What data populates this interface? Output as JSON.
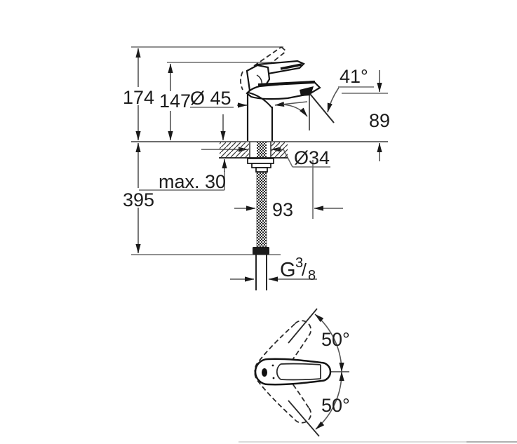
{
  "drawing": {
    "front_view": {
      "height_total": "174",
      "height_to_lever": "147",
      "body_diameter": "Ø 45",
      "stream_angle": "41°",
      "spout_height": "89",
      "hole_diameter": "Ø34",
      "max_deck_thickness": "max. 30",
      "hose_length": "395",
      "spout_reach": "93",
      "thread": {
        "letter": "G",
        "numerator": "3",
        "slash": "/",
        "denominator": "8"
      }
    },
    "top_view": {
      "swivel_angle_up": "50°",
      "swivel_angle_down": "50°"
    },
    "colors": {
      "background": "#ffffff",
      "object_line": "#141414",
      "dimension_line": "#6b6b6b",
      "text": "#1c1c1c"
    }
  }
}
